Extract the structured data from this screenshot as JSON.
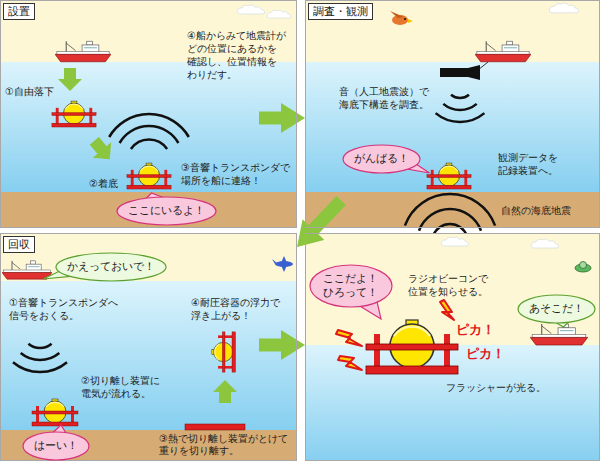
{
  "diagram": {
    "nodes": [
      {
        "text": [
          "設置",
          "①自由落下",
          "②着底",
          "③音響トランスポンダで 場所を船に連絡！",
          "④船からみて地震計が どの位置にあるかを 確認し、位置情報を わりだす。"
        ]
      },
      {
        "text": [
          "ここにいるよ！"
        ],
        "in": 0
      },
      {
        "text": [
          "調査・観測",
          "音（人工地震波）で 海底下構造を調査。",
          "観測データを 記録装置へ。",
          "自然の海底地震"
        ]
      },
      {
        "text": [
          "がんばる！"
        ],
        "in": 2
      },
      {
        "text": [
          "回収",
          "①音響トランスポンダへ 信号をおくる。",
          "②切り離し装置に 電気が流れる。",
          "③熱で切り離し装置がとけて 重りを切り離す。",
          "④耐圧容器の浮力で 浮き上がる！"
        ]
      },
      {
        "text": [
          "かえっておいで！"
        ],
        "in": 4
      },
      {
        "text": [
          "はーい！"
        ],
        "in": 4
      },
      {
        "text": [
          "ラジオビーコンで 位置を知らせる。",
          "ピカ！",
          "ピカ！",
          "フラッシャーが光る。"
        ]
      },
      {
        "text": [
          "ここだよ！ ひろって！"
        ],
        "in": 7
      },
      {
        "text": [
          "あそこだ！"
        ],
        "in": 7
      }
    ],
    "edges": [
      {
        "from": 0,
        "to": 2,
        "arrow": "to"
      },
      {
        "from": 2,
        "to": 4,
        "arrow": "to"
      },
      {
        "from": 4,
        "to": 7,
        "arrow": "to"
      }
    ]
  }
}
